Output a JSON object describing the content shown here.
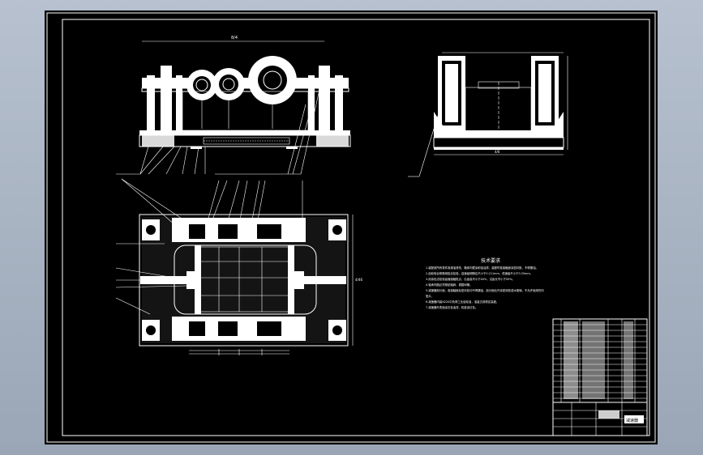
{
  "drawing": {
    "title_block_name": "减速器",
    "tech_req_heading": "技术要求",
    "tech_req_lines": [
      "1.装配前所有零件用煤油清洗，箱体内壁涂耐油油漆，装配时各接触面涂密封胶，不得漏油。",
      "2.齿轮啮合侧隙用铅丝检验，高速级侧隙应不小于0.211mm，低速级不小于0.25mm。",
      "3.用涂色法检验齿面接触斑点，沿齿高不小于40%，沿齿长不小于50%。",
      "4.轴承内圈必须紧贴轴肩，调整间隙。",
      "5.减速器剖分面、各接触面及密封处均不得漏油，剖分面允许涂密封胶或水玻璃，不允许使用任何",
      "  垫片。",
      "6.减速器内装N220中负荷工业齿轮油，油量达到规定高度。",
      "7.减速器外表面涂灰色油漆，机座涂红色。"
    ],
    "dims": {
      "top_width": "8/4",
      "plan_height": "4/46",
      "side_base": "4/6"
    }
  }
}
